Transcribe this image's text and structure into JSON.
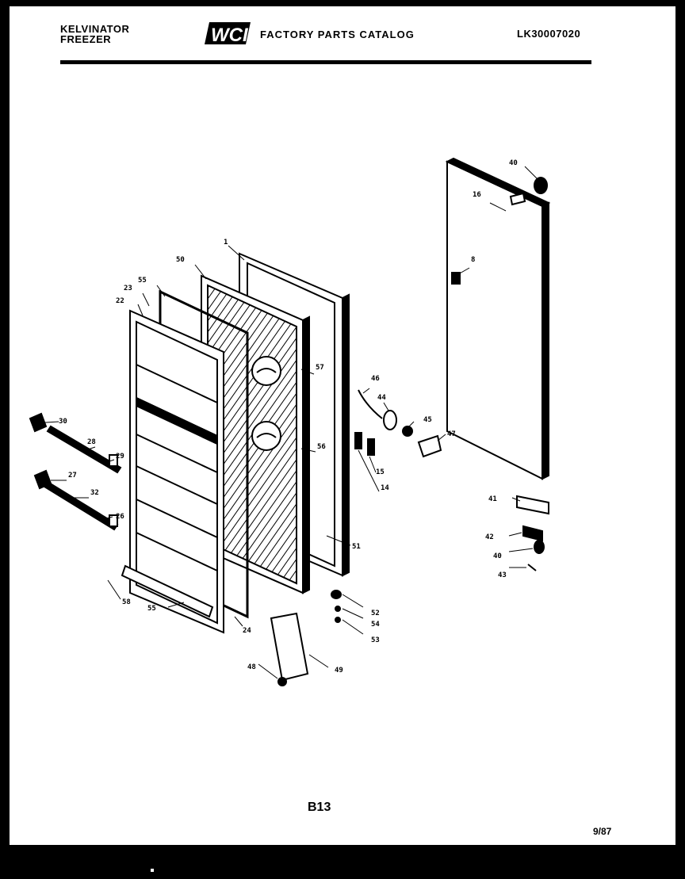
{
  "header": {
    "brand_line1": "KELVINATOR",
    "brand_line2": "FREEZER",
    "logo_text": "WCI",
    "title": "FACTORY PARTS CATALOG",
    "model_code": "LK30007020"
  },
  "callouts": [
    {
      "id": "c40a",
      "text": "40"
    },
    {
      "id": "c16",
      "text": "16"
    },
    {
      "id": "c1",
      "text": "1"
    },
    {
      "id": "c50",
      "text": "50"
    },
    {
      "id": "c55",
      "text": "55"
    },
    {
      "id": "c23",
      "text": "23"
    },
    {
      "id": "c22",
      "text": "22"
    },
    {
      "id": "c8",
      "text": "8"
    },
    {
      "id": "c57",
      "text": "57"
    },
    {
      "id": "c46",
      "text": "46"
    },
    {
      "id": "c44",
      "text": "44"
    },
    {
      "id": "c45",
      "text": "45"
    },
    {
      "id": "c47",
      "text": "47"
    },
    {
      "id": "c30",
      "text": "30"
    },
    {
      "id": "c28",
      "text": "28"
    },
    {
      "id": "c29",
      "text": "29"
    },
    {
      "id": "c56",
      "text": "56"
    },
    {
      "id": "c27",
      "text": "27"
    },
    {
      "id": "c32",
      "text": "32"
    },
    {
      "id": "c15",
      "text": "15"
    },
    {
      "id": "c14",
      "text": "14"
    },
    {
      "id": "c26",
      "text": "26"
    },
    {
      "id": "c41",
      "text": "41"
    },
    {
      "id": "c42",
      "text": "42"
    },
    {
      "id": "c40b",
      "text": "40"
    },
    {
      "id": "c43",
      "text": "43"
    },
    {
      "id": "c51",
      "text": "51"
    },
    {
      "id": "c58",
      "text": "58"
    },
    {
      "id": "c55b",
      "text": "55"
    },
    {
      "id": "c24",
      "text": "24"
    },
    {
      "id": "c52",
      "text": "52"
    },
    {
      "id": "c54",
      "text": "54"
    },
    {
      "id": "c53",
      "text": "53"
    },
    {
      "id": "c48",
      "text": "48"
    },
    {
      "id": "c49",
      "text": "49"
    }
  ],
  "footer": {
    "page_id": "B13",
    "date": "9/87"
  }
}
